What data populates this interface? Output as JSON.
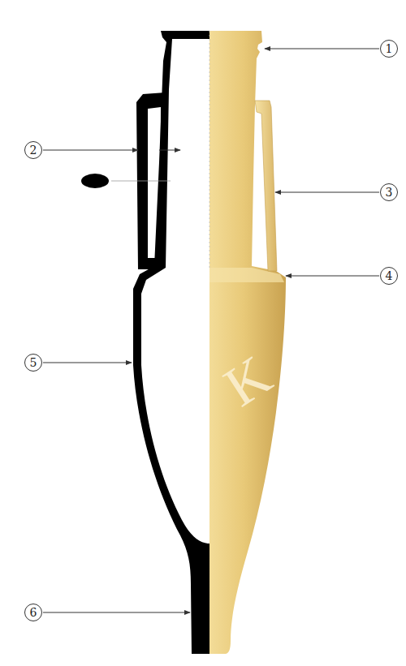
{
  "diagram": {
    "labels": [
      "1",
      "2",
      "3",
      "4",
      "5",
      "6",
      "K"
    ]
  }
}
